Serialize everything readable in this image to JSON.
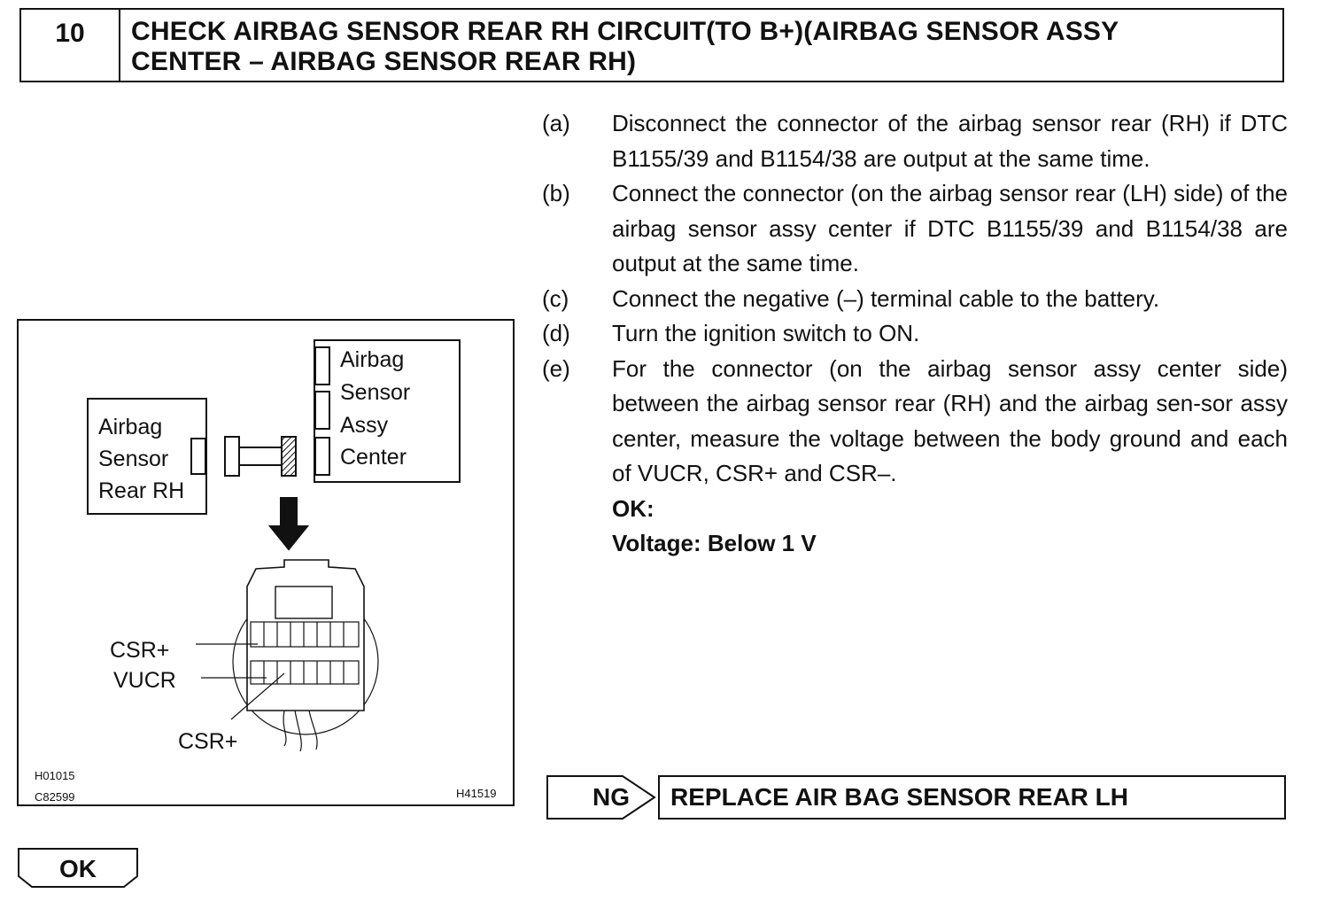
{
  "header": {
    "step_number": "10",
    "title_line1": "CHECK AIRBAG SENSOR REAR RH CIRCUIT(TO B+)(AIRBAG SENSOR ASSY",
    "title_line2": "CENTER – AIRBAG SENSOR REAR RH)"
  },
  "figure": {
    "rear_sensor": [
      "Airbag",
      "Sensor",
      "Rear RH"
    ],
    "center_sensor": [
      "Airbag",
      "Sensor",
      "Assy",
      "Center"
    ],
    "terminals": [
      "CSR+",
      "VUCR",
      "CSR+"
    ],
    "codes": [
      "H01015",
      "C82599",
      "H41519"
    ]
  },
  "steps": [
    {
      "label": "(a)",
      "text": "Disconnect the connector of the airbag sensor rear (RH) if DTC B1155/39 and B1154/38 are output at the same time."
    },
    {
      "label": "(b)",
      "text": "Connect the connector (on the airbag sensor rear (LH) side) of the airbag sensor assy center if DTC B1155/39 and B1154/38 are output at the same time."
    },
    {
      "label": "(c)",
      "text": "Connect the negative (–) terminal cable to the battery."
    },
    {
      "label": "(d)",
      "text": "Turn the ignition switch to ON."
    },
    {
      "label": "(e)",
      "text": "For the connector (on the airbag sensor assy center side) between the airbag sensor rear (RH) and the airbag sen-sor assy center, measure the voltage between the body ground and each of VUCR, CSR+ and CSR–."
    }
  ],
  "spec": {
    "ok_label": "OK:",
    "voltage": "Voltage: Below 1 V"
  },
  "ng": {
    "label": "NG",
    "result": "REPLACE AIR BAG SENSOR REAR LH"
  },
  "ok_button": {
    "label": "OK"
  }
}
